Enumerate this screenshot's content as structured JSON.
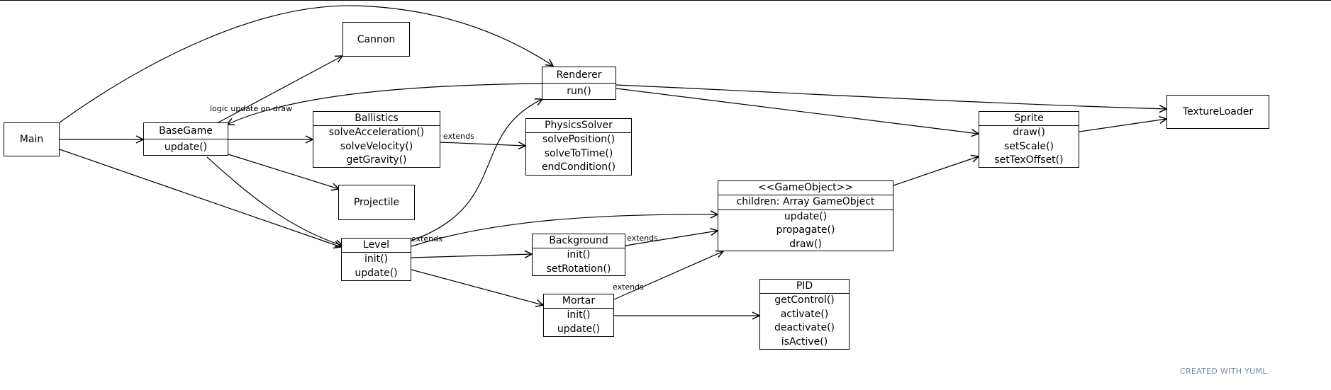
{
  "nodes": {
    "main": {
      "title": "Main"
    },
    "cannon": {
      "title": "Cannon"
    },
    "basegame": {
      "title": "BaseGame",
      "methods": [
        "update()"
      ]
    },
    "ballistics": {
      "title": "Ballistics",
      "methods": [
        "solveAcceleration()",
        "solveVelocity()",
        "getGravity()"
      ]
    },
    "renderer": {
      "title": "Renderer",
      "methods": [
        "run()"
      ]
    },
    "physicssolver": {
      "title": "PhysicsSolver",
      "methods": [
        "solvePosition()",
        "solveToTime()",
        "endCondition()"
      ]
    },
    "projectile": {
      "title": "Projectile"
    },
    "level": {
      "title": "Level",
      "methods": [
        "init()",
        "update()"
      ]
    },
    "background": {
      "title": "Background",
      "methods": [
        "init()",
        "setRotation()"
      ]
    },
    "mortar": {
      "title": "Mortar",
      "methods": [
        "init()",
        "update()"
      ]
    },
    "gameobject": {
      "title": "<<GameObject>>",
      "fields": [
        "children: Array GameObject"
      ],
      "methods": [
        "update()",
        "propagate()",
        "draw()"
      ]
    },
    "pid": {
      "title": "PID",
      "methods": [
        "getControl()",
        "activate()",
        "deactivate()",
        "isActive()"
      ]
    },
    "sprite": {
      "title": "Sprite",
      "methods": [
        "draw()",
        "setScale()",
        "setTexOffset()"
      ]
    },
    "textureloader": {
      "title": "TextureLoader"
    }
  },
  "edge_labels": {
    "renderer_basegame": "logic update on draw",
    "ballistics_physicssolver": "extends",
    "level_renderer": "extends",
    "background_gameobject": "extends",
    "mortar_gameobject": "extends"
  },
  "credit": "CREATED WITH YUML"
}
